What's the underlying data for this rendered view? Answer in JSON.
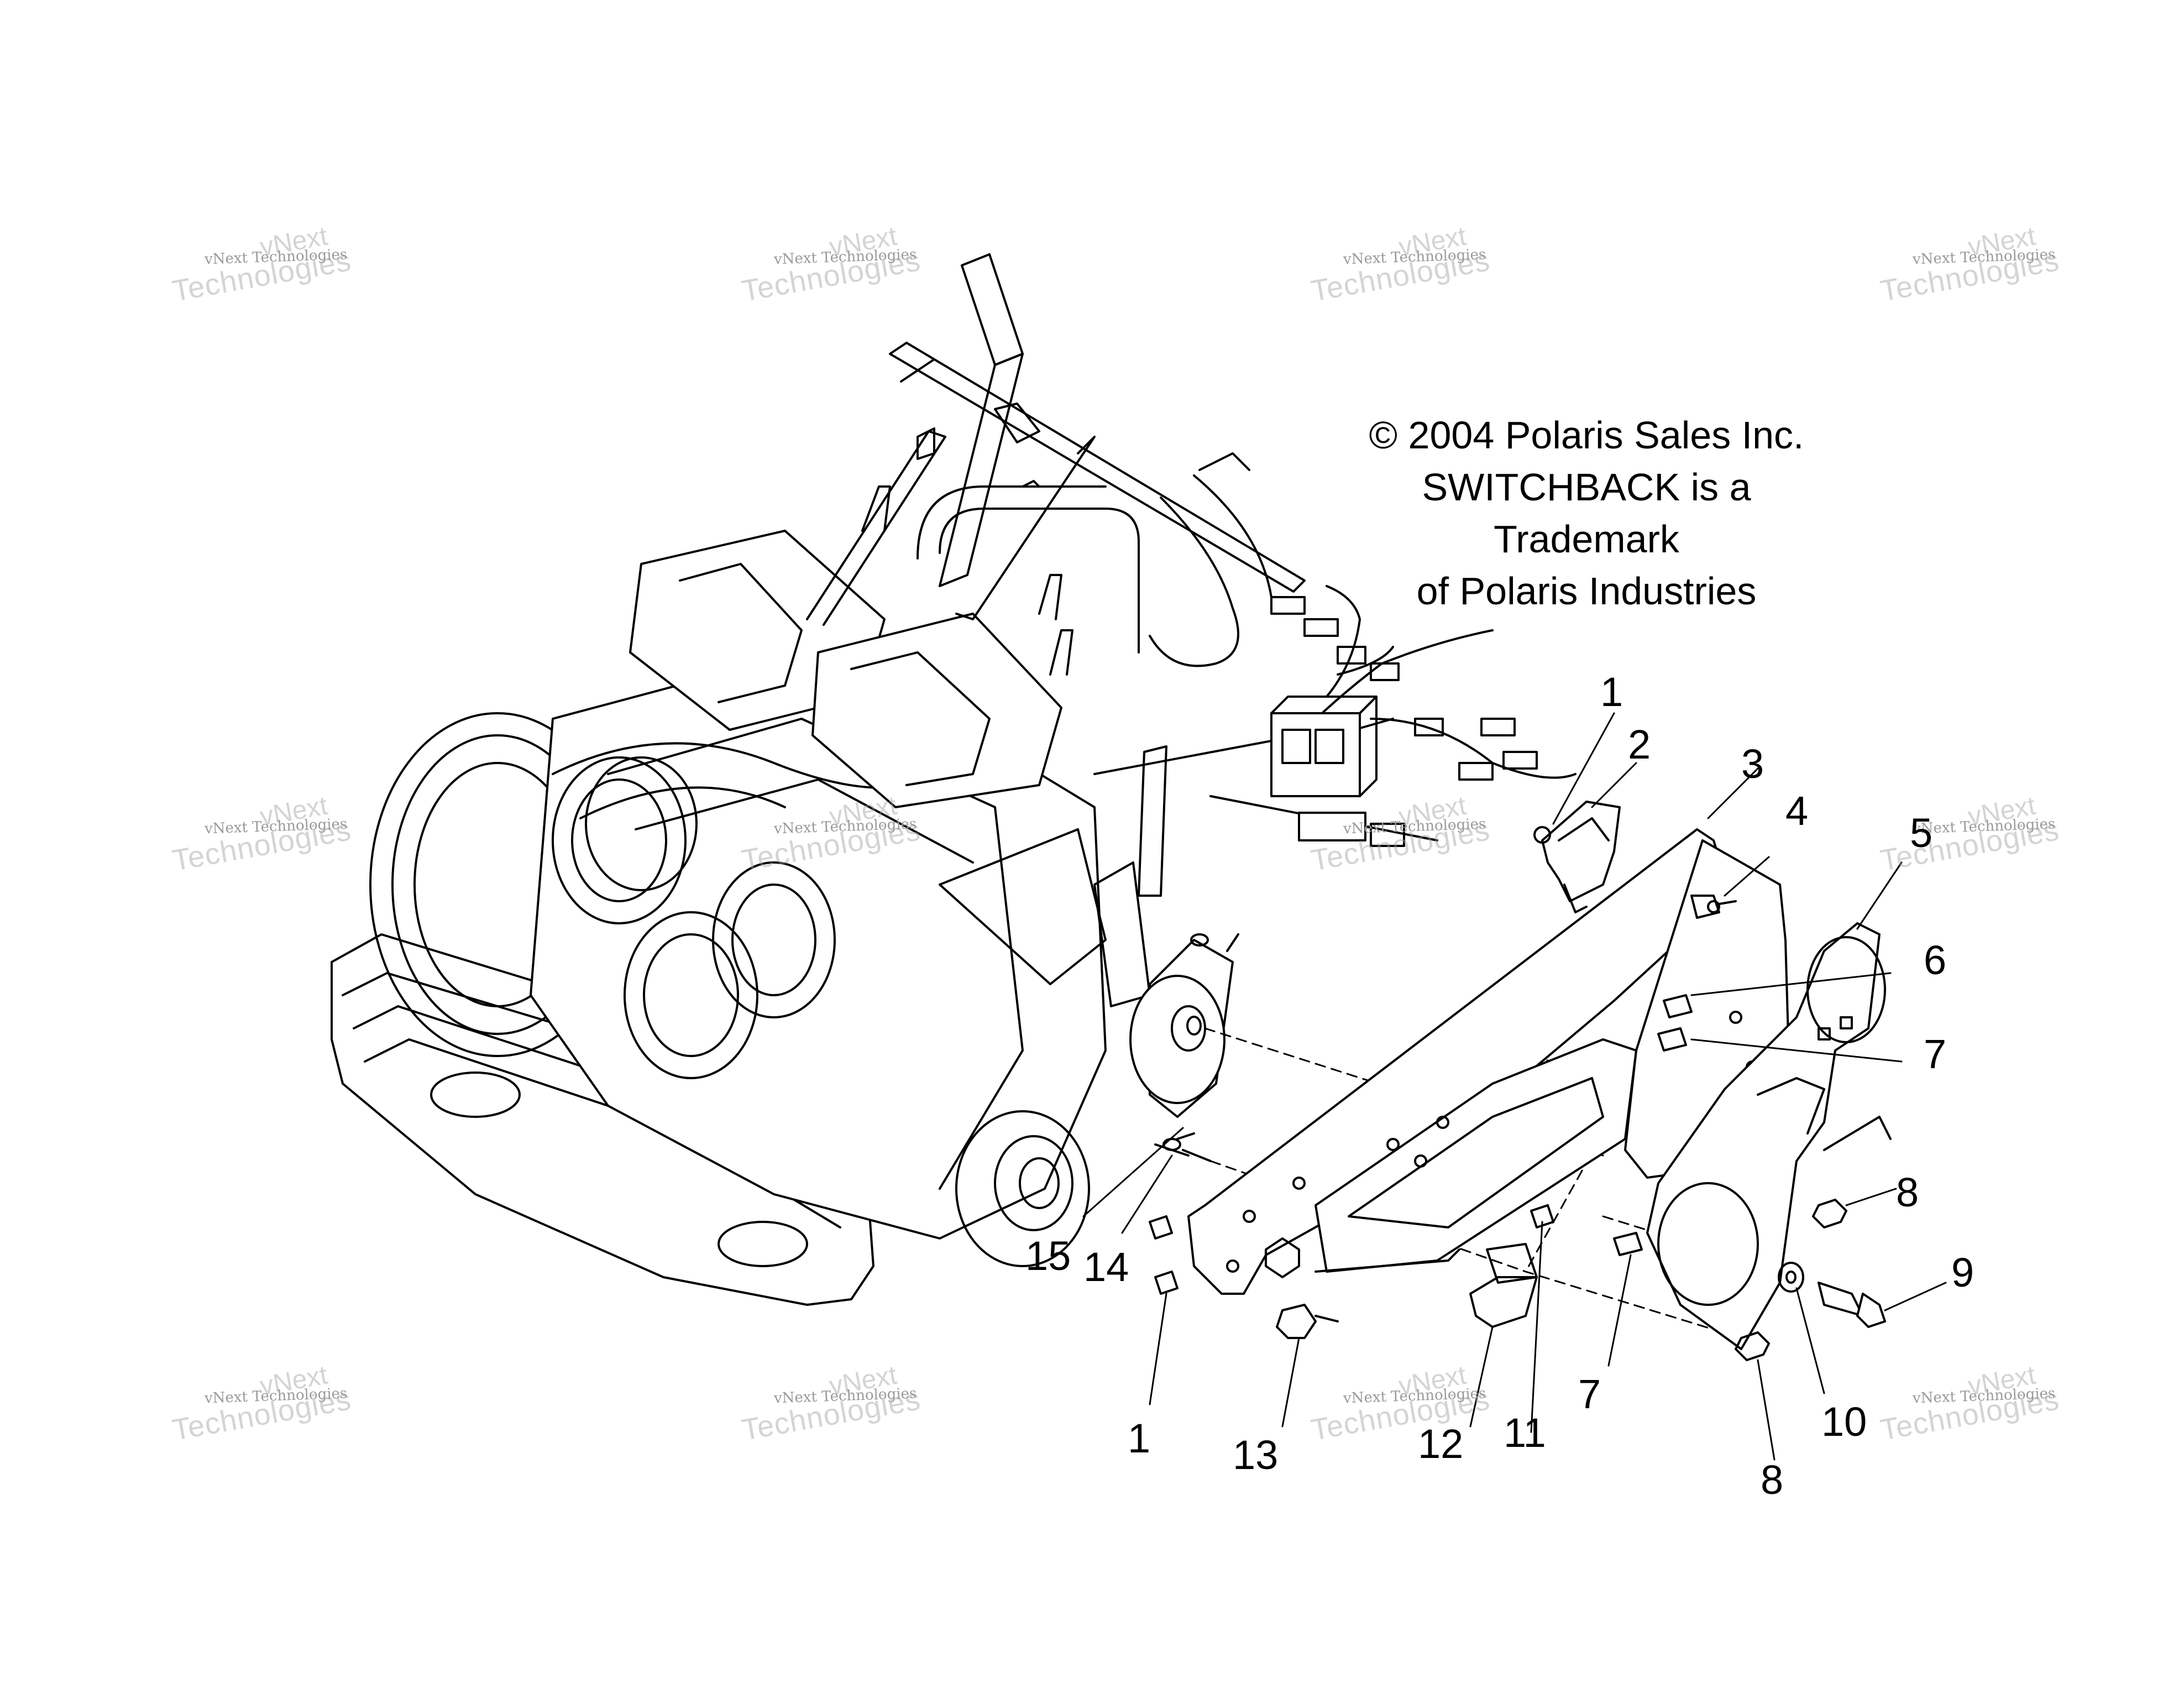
{
  "copyright": {
    "line1": "© 2004 Polaris Sales Inc.",
    "line2": "SWITCHBACK is a Trademark",
    "line3": "of Polaris Industries"
  },
  "watermark": {
    "small": "vNext Technologies",
    "big_line1": "vNext",
    "big_line2": "Technologies"
  },
  "callouts": {
    "c1a": "1",
    "c2": "2",
    "c3": "3",
    "c4": "4",
    "c5": "5",
    "c6": "6",
    "c7a": "7",
    "c8a": "8",
    "c9": "9",
    "c10": "10",
    "c15": "15",
    "c14": "14",
    "c1b": "1",
    "c13": "13",
    "c12": "12",
    "c11": "11",
    "c7b": "7",
    "c8b": "8"
  }
}
